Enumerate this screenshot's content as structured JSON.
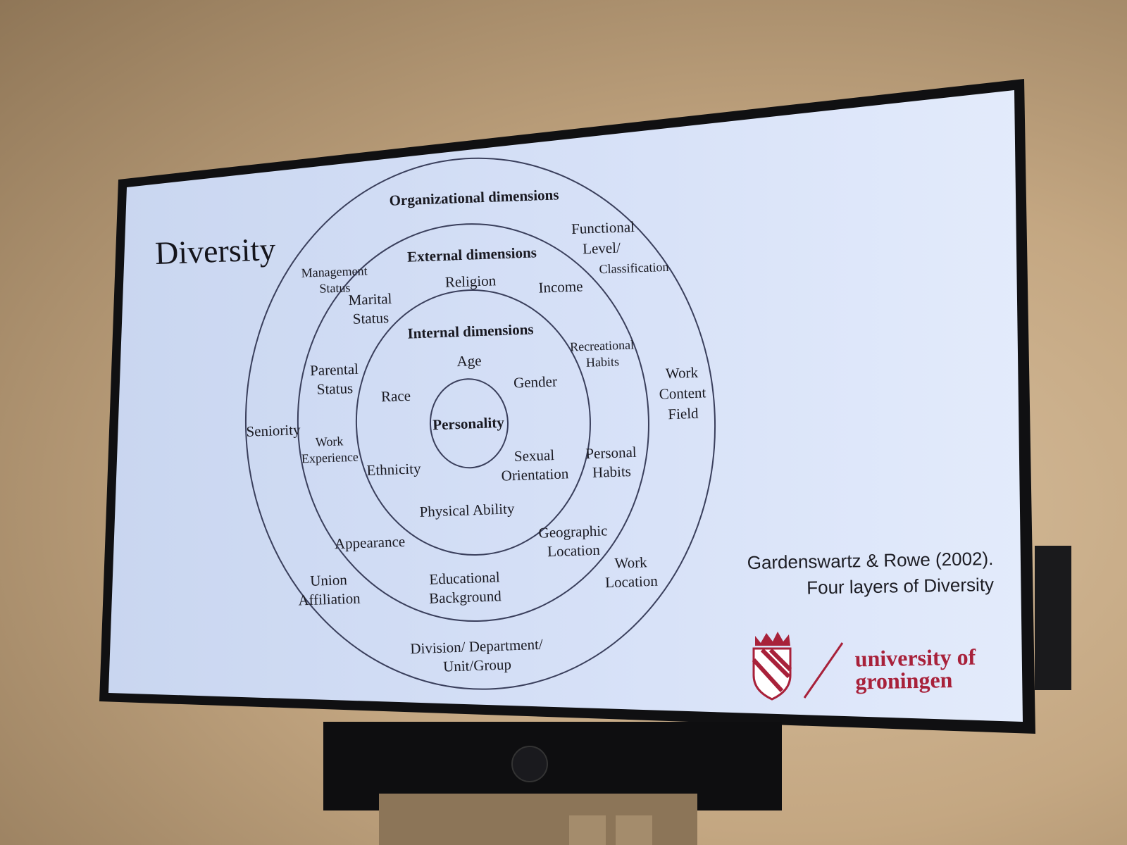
{
  "slide": {
    "title": "Diversity",
    "citation": [
      "Gardenswartz & Rowe (2002).",
      "Four layers of Diversity"
    ],
    "logo": {
      "lines": [
        "university of",
        "groningen"
      ],
      "color": "#a8213a"
    }
  },
  "diagram": {
    "layers": {
      "organizational": "Organizational dimensions",
      "external": "External dimensions",
      "internal": "Internal dimensions",
      "core": "Personality"
    },
    "organizational_items": {
      "management_status": [
        "Management",
        "Status"
      ],
      "functional_level": [
        "Functional",
        "Level/",
        "Classification"
      ],
      "work_content": [
        "Work",
        "Content",
        "Field"
      ],
      "seniority": [
        "Seniority"
      ],
      "work_location": [
        "Work",
        "Location"
      ],
      "union_affiliation": [
        "Union",
        "Affiliation"
      ],
      "division": [
        "Division/ Department/",
        "Unit/Group"
      ]
    },
    "external_items": {
      "marital_status": [
        "Marital",
        "Status"
      ],
      "religion": [
        "Religion"
      ],
      "income": [
        "Income"
      ],
      "recreational_habits": [
        "Recreational",
        "Habits"
      ],
      "parental_status": [
        "Parental",
        "Status"
      ],
      "work_experience": [
        "Work",
        "Experience"
      ],
      "personal_habits": [
        "Personal",
        "Habits"
      ],
      "geographic_location": [
        "Geographic",
        "Location"
      ],
      "appearance": [
        "Appearance"
      ],
      "educational_background": [
        "Educational",
        "Background"
      ]
    },
    "internal_items": {
      "age": [
        "Age"
      ],
      "gender": [
        "Gender"
      ],
      "race": [
        "Race"
      ],
      "ethnicity": [
        "Ethnicity"
      ],
      "sexual_orientation": [
        "Sexual",
        "Orientation"
      ],
      "physical_ability": [
        "Physical Ability"
      ]
    }
  },
  "colors": {
    "wall": "#c4a782",
    "screen": "#d3def6",
    "ring": "#3a3f5c",
    "brand": "#a8213a"
  }
}
